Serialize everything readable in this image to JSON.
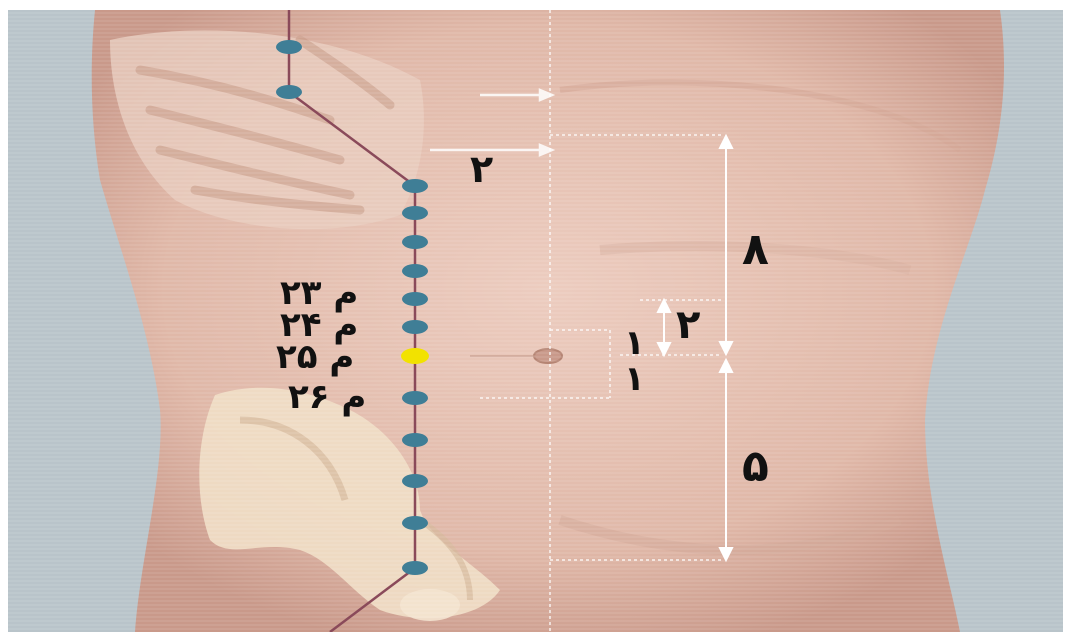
{
  "colors": {
    "background": "#b8c3c9",
    "skin": "#e3c1b2",
    "skin_shadow": "#c99a88",
    "bone": "#efdcc4",
    "meridian_line": "#8a4a5a",
    "point": "#3f7e96",
    "highlight_point": "#f2e200",
    "guide_line": "#ffffff",
    "label": "#111111"
  },
  "icons": [
    "acupoint-marker",
    "highlighted-acupoint-marker",
    "double-arrow"
  ],
  "labels": {
    "cun_2_upper": "۲",
    "cun_8": "۸",
    "cun_2_right": "۲",
    "cun_1_upper": "۱",
    "cun_1_lower": "۱",
    "cun_5": "۵",
    "point_23": "م ۲۳",
    "point_24": "م ۲۴",
    "point_25": "م ۲۵",
    "point_26": "م ۲۶"
  }
}
